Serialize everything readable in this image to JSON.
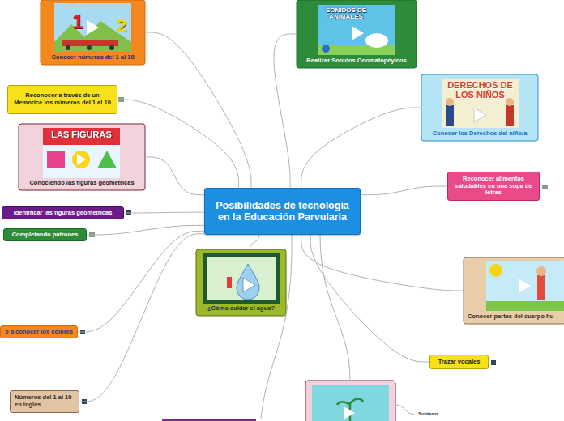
{
  "diagram": {
    "nodes": [
      {
        "text": [
          "Posibilidades de tecnología en la Educación Parvularia"
        ]
      },
      {
        "text": [
          "Conocer números del 1 al 10"
        ]
      },
      {
        "text": [
          "Realizar Sonidos Onomatopéyicos"
        ]
      },
      {
        "text": [
          "Reconocer a través de un Memorice los números del 1 al 10"
        ]
      },
      {
        "text": [
          "Conocer los Derechos del niño/a"
        ]
      },
      {
        "text": [
          "Conociendo las figuras geométricas"
        ]
      },
      {
        "text": [
          "Reconocer alimentos saludables en una sopa de letras"
        ]
      },
      {
        "text": [
          "Identificar las figuras geométricas"
        ]
      },
      {
        "text": [
          "Completando patrones"
        ]
      },
      {
        "text": [
          "Conocer partes del cuerpo hu"
        ]
      },
      {
        "text": [
          "¿Cómo cuidar el agua?"
        ]
      },
      {
        "text": [
          "o a conocer los colores"
        ]
      },
      {
        "text": [
          "Trazar vocales"
        ]
      },
      {
        "text": [
          "Números del 1 al 10 en inglés"
        ]
      }
    ],
    "edges": [
      {
        "from": 0,
        "to": 1,
        "arrow": "none"
      },
      {
        "from": 0,
        "to": 2,
        "arrow": "none"
      },
      {
        "from": 0,
        "to": 3,
        "arrow": "none"
      },
      {
        "from": 0,
        "to": 4,
        "arrow": "none"
      },
      {
        "from": 0,
        "to": 5,
        "arrow": "none"
      },
      {
        "from": 0,
        "to": 6,
        "arrow": "none"
      },
      {
        "from": 0,
        "to": 7,
        "arrow": "none"
      },
      {
        "from": 0,
        "to": 8,
        "arrow": "none"
      },
      {
        "from": 0,
        "to": 9,
        "arrow": "none"
      },
      {
        "from": 0,
        "to": 10,
        "arrow": "none"
      },
      {
        "from": 0,
        "to": 11,
        "arrow": "none"
      },
      {
        "from": 0,
        "to": 12,
        "arrow": "none"
      },
      {
        "from": 0,
        "to": 13,
        "arrow": "none"
      }
    ],
    "labels": [
      "1",
      "2",
      "SONIDOS DE ANIMALES",
      "DERECHOS DE LOS NIÑOS",
      "LAS FIGURAS",
      "Subtema"
    ]
  }
}
